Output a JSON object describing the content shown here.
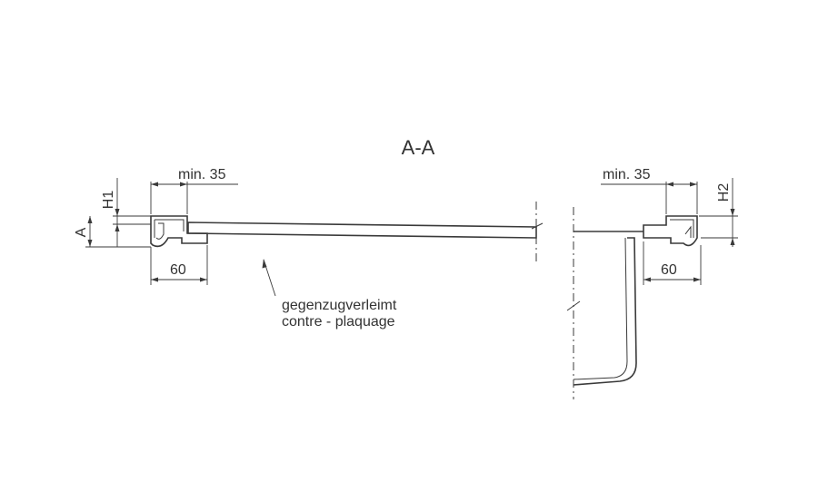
{
  "section_label": "A-A",
  "left_detail": {
    "dim_min_top": "min. 35",
    "dim_bottom": "60",
    "dim_vertical_small": "H1",
    "dim_vertical_large": "A"
  },
  "right_detail": {
    "dim_min_top": "min. 35",
    "dim_bottom": "60",
    "dim_vertical_small": "H2"
  },
  "annotation": {
    "line1": "gegenzugverleimt",
    "line2": "contre - plaquage"
  }
}
